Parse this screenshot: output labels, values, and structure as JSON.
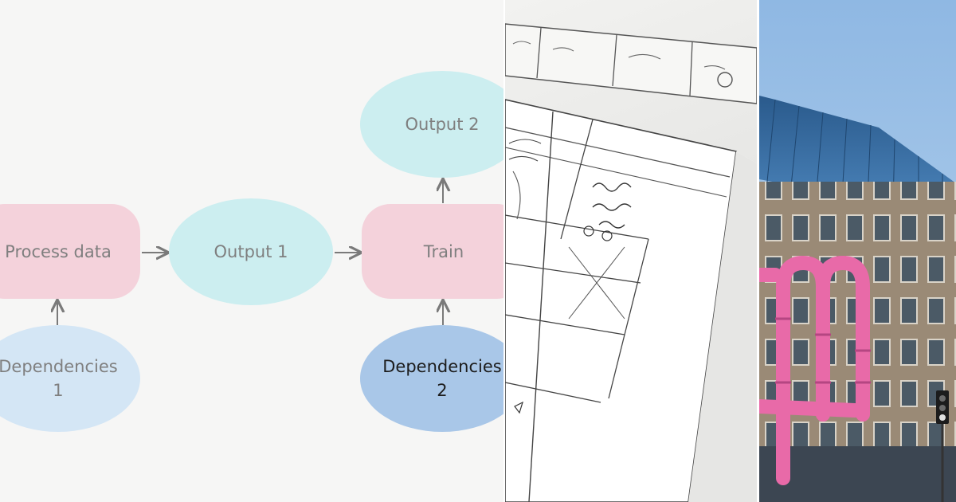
{
  "diagram": {
    "nodes": {
      "process_data": "Process data",
      "output_1": "Output 1",
      "train": "Train",
      "output_2": "Output 2",
      "dependencies_1": "Dependencies\n1",
      "dependencies_2": "Dependencies\n2"
    },
    "colors": {
      "step": "#f4d2db",
      "data": "#cceef0",
      "dependency": "#d4e6f5",
      "dependency_active": "#a9c7e8",
      "arrow": "#7a7a7a"
    }
  },
  "photos": {
    "sketch": {
      "icon": "wireframe-sketch-photo"
    },
    "building": {
      "icon": "pink-pipes-building-photo"
    }
  }
}
